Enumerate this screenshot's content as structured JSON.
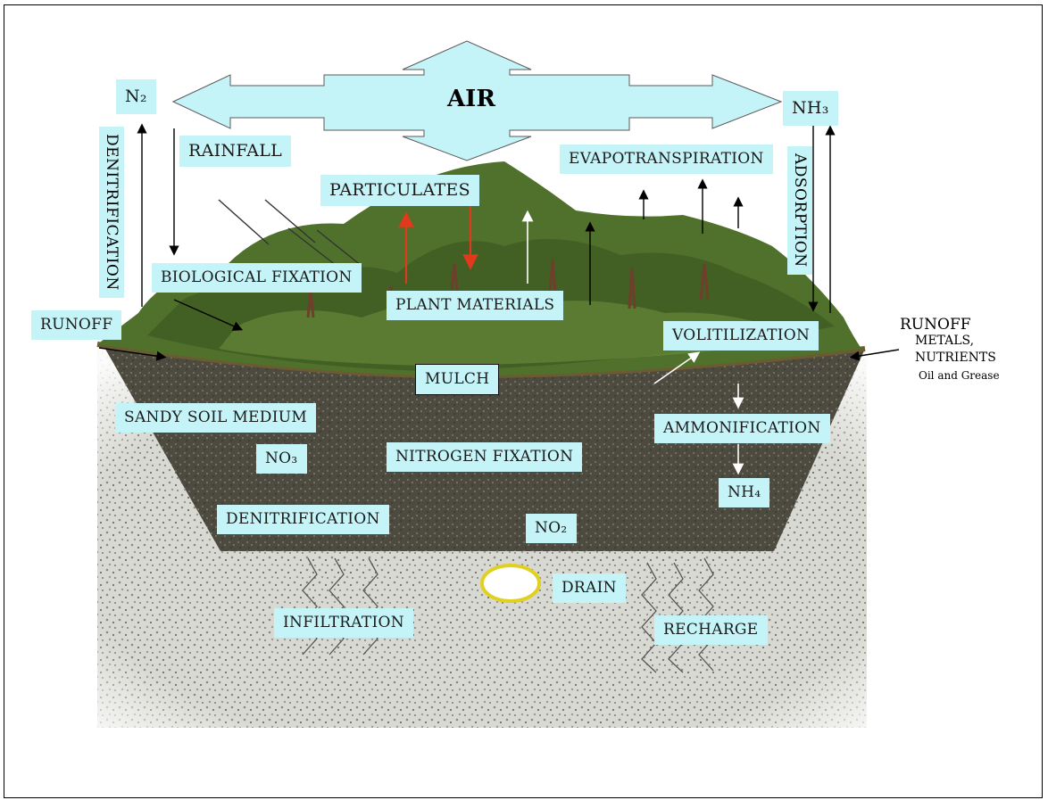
{
  "diagram": {
    "center": "AIR",
    "gases": {
      "left": "N₂",
      "right": "NH₃"
    },
    "labels": {
      "rainfall": "RAINFALL",
      "particulates": "PARTICULATES",
      "evapotranspiration": "EVAPOTRANSPIRATION",
      "denitrification_vertical": "DENITRIFICATION",
      "adsorption": "ADSORPTION",
      "biological_fixation": "BIOLOGICAL FIXATION",
      "plant_materials": "PLANT MATERIALS",
      "runoff_left": "RUNOFF",
      "runoff_right": "RUNOFF",
      "metals": "METALS,",
      "nutrients": "NUTRIENTS",
      "oil_grease": "Oil and Grease",
      "volitilization": "VOLITILIZATION",
      "mulch": "MULCH",
      "sandy_soil": "SANDY SOIL MEDIUM",
      "no3": "NO₃",
      "nitrogen_fixation": "NITROGEN FIXATION",
      "ammonification": "AMMONIFICATION",
      "nh4": "NH₄",
      "denitrification": "DENITRIFICATION",
      "no2": "NO₂",
      "drain": "DRAIN",
      "infiltration": "INFILTRATION",
      "recharge": "RECHARGE"
    },
    "colors": {
      "label_bg": "#c4f4f8",
      "air_arrow": "#c4f4f8",
      "soil": "#4e4c40",
      "gravel": "#d6d6d0",
      "vegetation": "#4f6e2e",
      "particulate_arrow": "#e03a1c",
      "drain_ring": "#e0d020"
    }
  }
}
